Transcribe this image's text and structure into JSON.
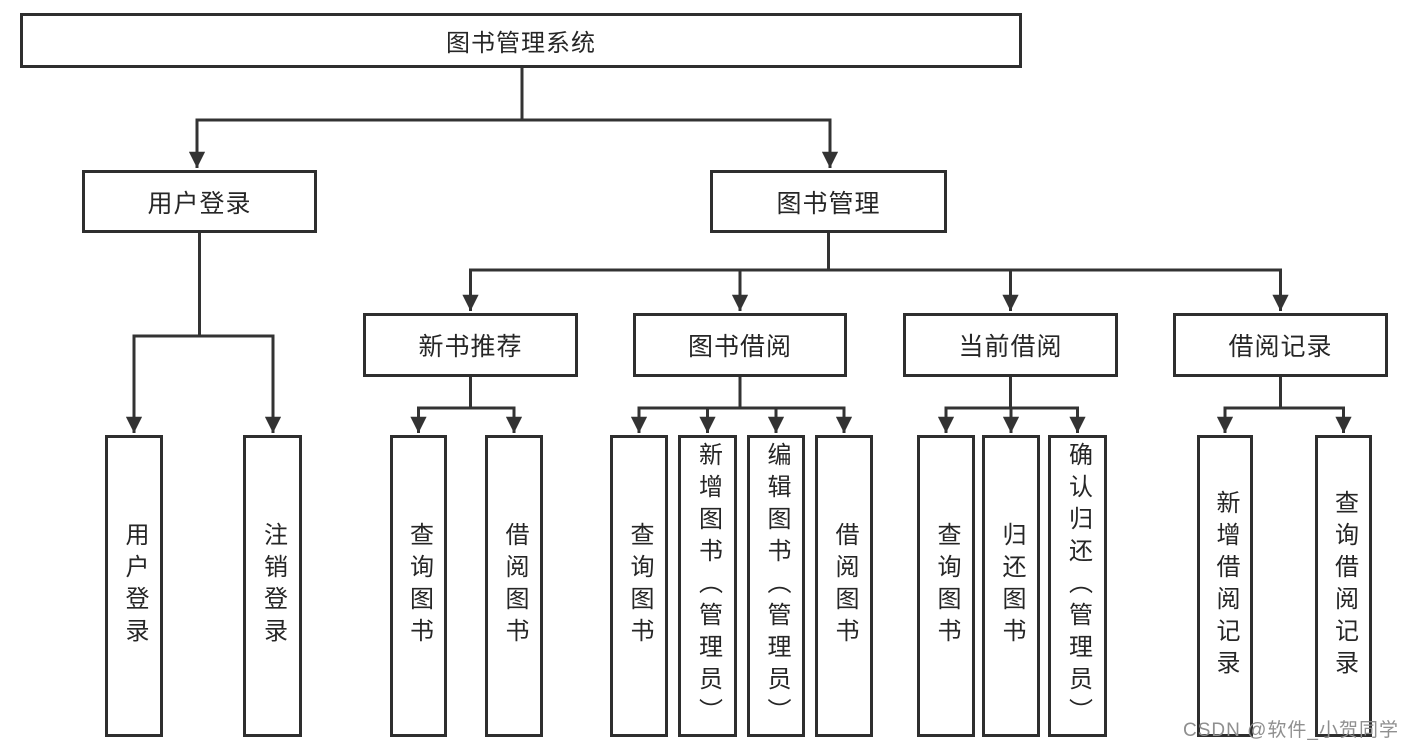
{
  "tree": {
    "root": {
      "label": "图书管理系统"
    },
    "login": {
      "label": "用户登录",
      "children": [
        {
          "label": "用户登录"
        },
        {
          "label": "注销登录"
        }
      ]
    },
    "management": {
      "label": "图书管理",
      "groups": [
        {
          "label": "新书推荐",
          "children": [
            {
              "label": "查询图书"
            },
            {
              "label": "借阅图书"
            }
          ]
        },
        {
          "label": "图书借阅",
          "children": [
            {
              "label": "查询图书"
            },
            {
              "label": "新增图书（管理员）"
            },
            {
              "label": "编辑图书（管理员）"
            },
            {
              "label": "借阅图书"
            }
          ]
        },
        {
          "label": "当前借阅",
          "children": [
            {
              "label": "查询图书"
            },
            {
              "label": "归还图书"
            },
            {
              "label": "确认归还（管理员）"
            }
          ]
        },
        {
          "label": "借阅记录",
          "children": [
            {
              "label": "新增借阅记录"
            },
            {
              "label": "查询借阅记录"
            }
          ]
        }
      ]
    }
  },
  "watermark": {
    "text": "CSDN @软件_小贺同学"
  },
  "colors": {
    "line": "#333333",
    "box_border": "#2e2e2e",
    "text": "#262626",
    "watermark": "#8f8f8f",
    "background": "#ffffff"
  }
}
